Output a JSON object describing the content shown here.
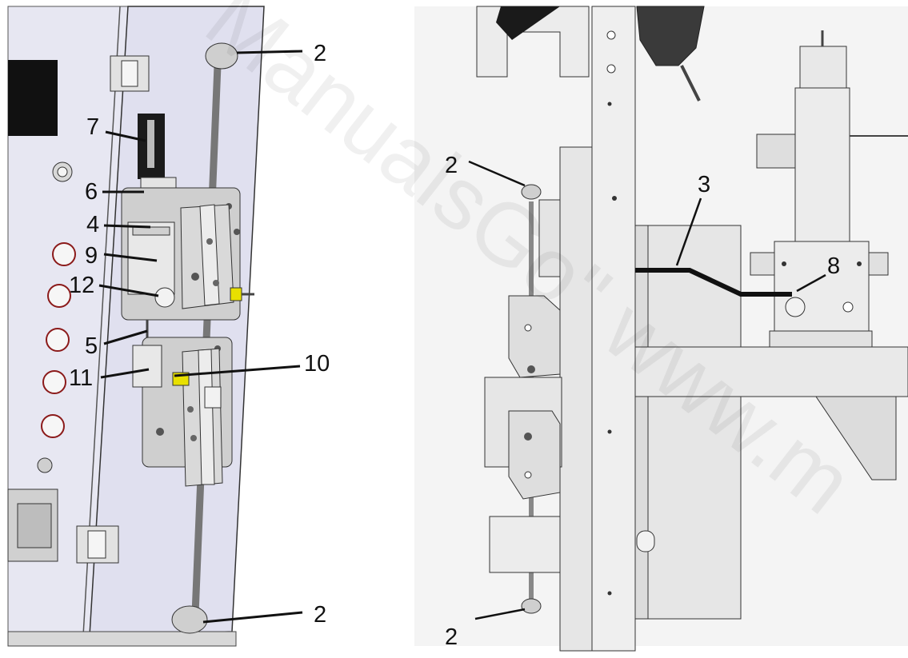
{
  "watermark": "ManualsGo\" www.m",
  "left_view": {
    "callouts": [
      {
        "id": "c2-top",
        "label": "2"
      },
      {
        "id": "c7",
        "label": "7"
      },
      {
        "id": "c6",
        "label": "6"
      },
      {
        "id": "c4",
        "label": "4"
      },
      {
        "id": "c9",
        "label": "9"
      },
      {
        "id": "c12",
        "label": "12"
      },
      {
        "id": "c5",
        "label": "5"
      },
      {
        "id": "c11",
        "label": "11"
      },
      {
        "id": "c10",
        "label": "10"
      },
      {
        "id": "c2-bottom",
        "label": "2"
      }
    ]
  },
  "right_view": {
    "callouts": [
      {
        "id": "r2-top",
        "label": "2"
      },
      {
        "id": "r3",
        "label": "3"
      },
      {
        "id": "r8",
        "label": "8"
      },
      {
        "id": "r2-bottom",
        "label": "2"
      }
    ]
  },
  "colors": {
    "panel": "#e4e4f1",
    "metal": "#d6d6d6",
    "outline": "#2b2b2b",
    "yellow": "#e8e000",
    "dark": "#1a1a1a"
  }
}
